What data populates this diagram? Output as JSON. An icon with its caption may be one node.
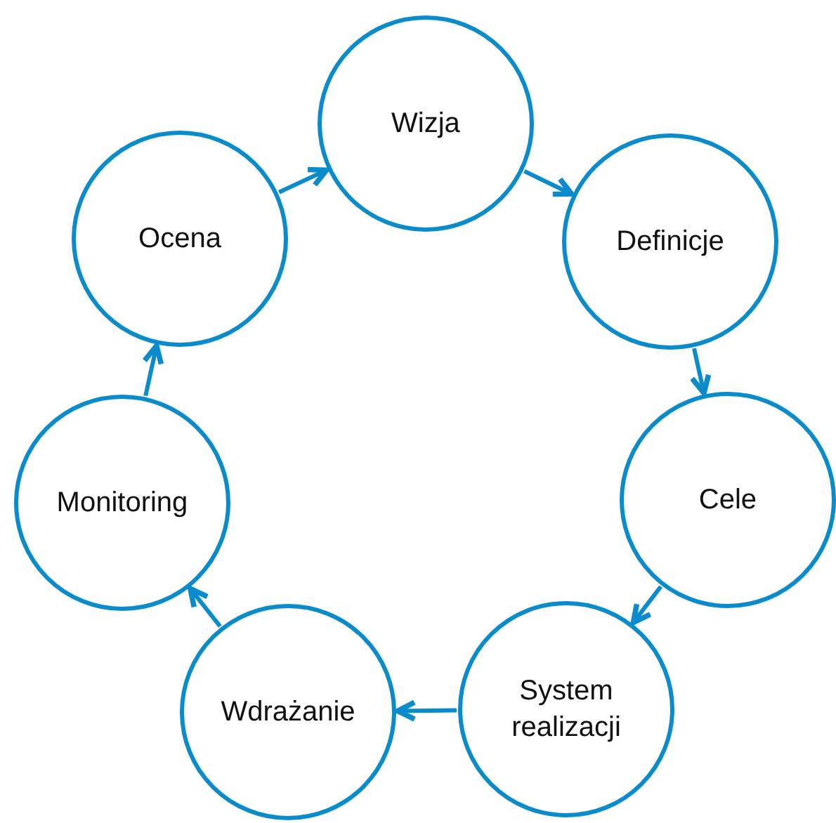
{
  "diagram": {
    "nodes": [
      {
        "text": [
          "Wizja"
        ]
      },
      {
        "text": [
          "Definicje"
        ]
      },
      {
        "text": [
          "Cele"
        ]
      },
      {
        "text": [
          "System realizacji"
        ]
      },
      {
        "text": [
          "Wdrażanie"
        ]
      },
      {
        "text": [
          "Monitoring"
        ]
      },
      {
        "text": [
          "Ocena"
        ]
      }
    ],
    "edges": [
      {
        "from": 0,
        "to": 1,
        "arrow": "to"
      },
      {
        "from": 1,
        "to": 2,
        "arrow": "to"
      },
      {
        "from": 2,
        "to": 3,
        "arrow": "to"
      },
      {
        "from": 3,
        "to": 4,
        "arrow": "to"
      },
      {
        "from": 4,
        "to": 5,
        "arrow": "to"
      },
      {
        "from": 5,
        "to": 6,
        "arrow": "to"
      },
      {
        "from": 6,
        "to": 0,
        "arrow": "to"
      }
    ]
  }
}
